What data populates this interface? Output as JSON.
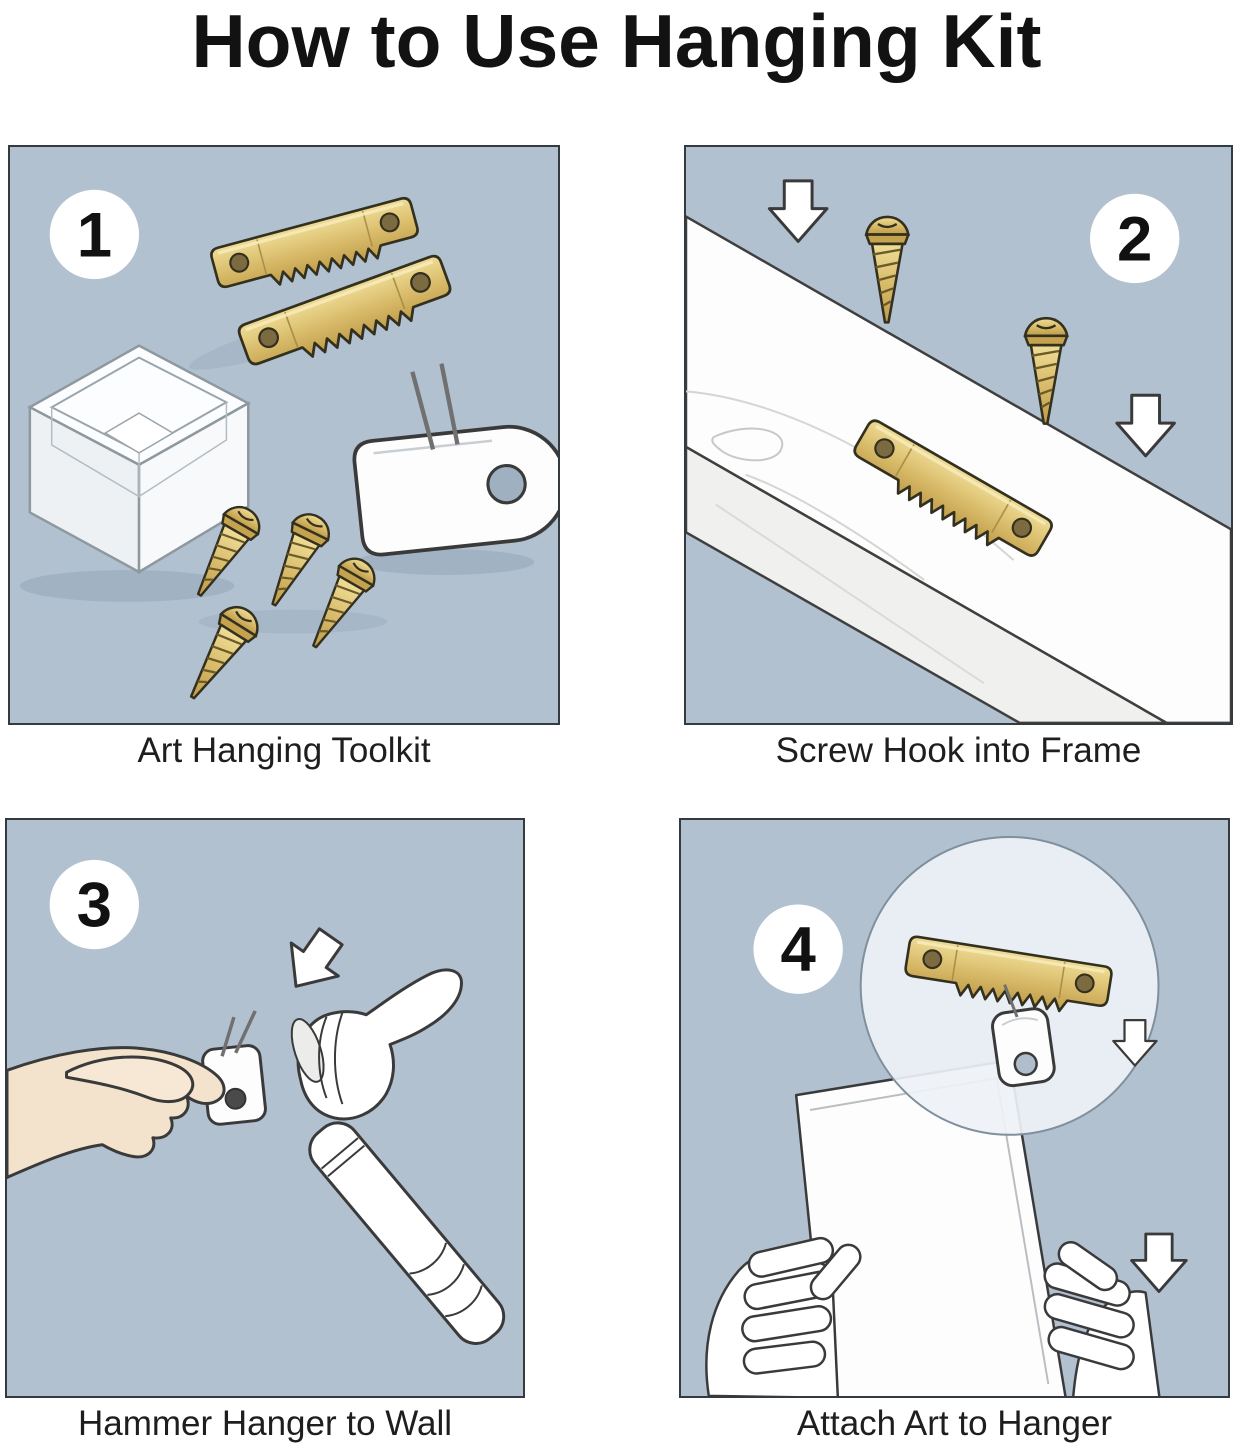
{
  "title": "How to Use Hanging  Kit",
  "panels": [
    {
      "number": "1",
      "caption": "Art Hanging Toolkit"
    },
    {
      "number": "2",
      "caption": "Screw Hook into Frame"
    },
    {
      "number": "3",
      "caption": "Hammer Hanger to Wall"
    },
    {
      "number": "4",
      "caption": "Attach Art to Hanger"
    }
  ],
  "colors": {
    "panel_background": "#b2c1d0",
    "brass": "#d9bc6b",
    "brass_dark": "#bf9c48",
    "outline": "#333333",
    "skin": "#f3e3cd",
    "white": "#ffffff"
  },
  "icons": {
    "down_arrow": "block arrow pointing down",
    "sawtooth_hanger": "brass sawtooth picture hanger",
    "screw": "brass wood screw",
    "plastic_hook": "white wall hook with pins",
    "hammer": "hammer",
    "magnifier_circle": "zoom detail circle"
  }
}
